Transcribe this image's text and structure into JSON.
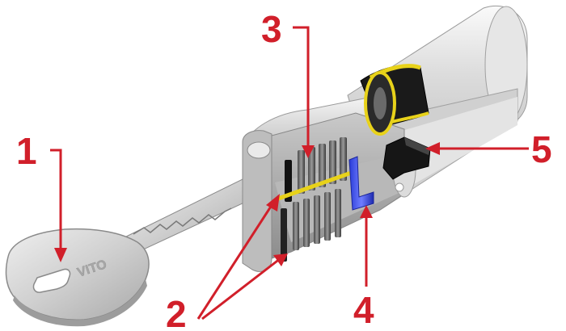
{
  "diagram": {
    "accent_color": "#d11f2a",
    "callouts": [
      {
        "id": "1",
        "label": "1"
      },
      {
        "id": "2",
        "label": "2"
      },
      {
        "id": "3",
        "label": "3"
      },
      {
        "id": "4",
        "label": "4"
      },
      {
        "id": "5",
        "label": "5"
      }
    ],
    "key_engraving": "VITO"
  }
}
